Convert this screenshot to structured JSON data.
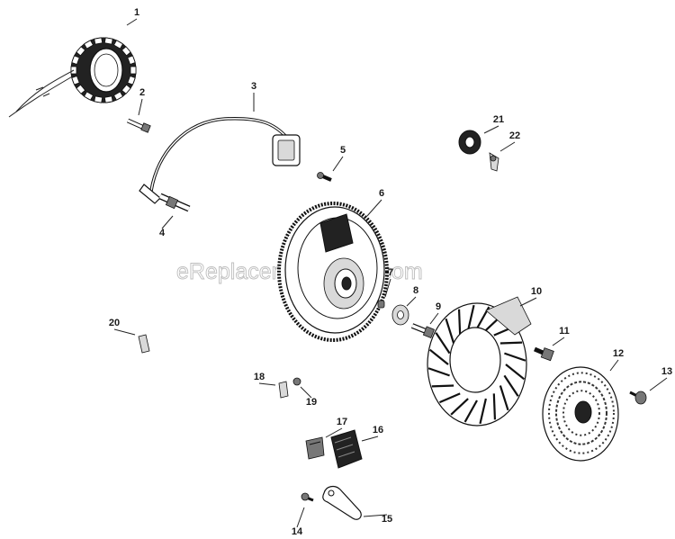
{
  "watermark": "eReplacementParts.com",
  "callouts": [
    "1",
    "2",
    "3",
    "4",
    "5",
    "6",
    "7",
    "8",
    "9",
    "10",
    "11",
    "12",
    "13",
    "14",
    "15",
    "16",
    "17",
    "18",
    "19",
    "20",
    "21",
    "22"
  ],
  "colors": {
    "ink": "#111111",
    "watermark": "#bdbdbd",
    "background": "#ffffff"
  }
}
